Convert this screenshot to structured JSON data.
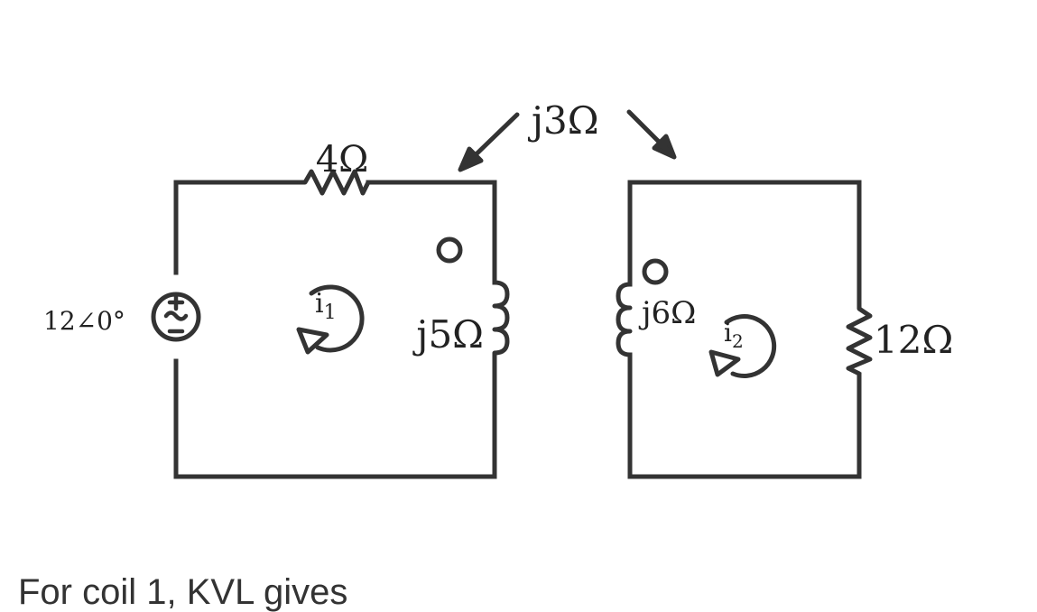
{
  "source": {
    "label": "12∠0°"
  },
  "resistor_left": {
    "label": "4Ω"
  },
  "inductor_left": {
    "label": "j5Ω"
  },
  "inductor_right": {
    "label": "j6Ω"
  },
  "resistor_right": {
    "label": "12Ω"
  },
  "mutual": {
    "label": "j3Ω"
  },
  "mesh1": {
    "base": "i",
    "sub": "1"
  },
  "mesh2": {
    "base": "i",
    "sub": "2"
  },
  "caption": "For coil 1, KVL gives"
}
